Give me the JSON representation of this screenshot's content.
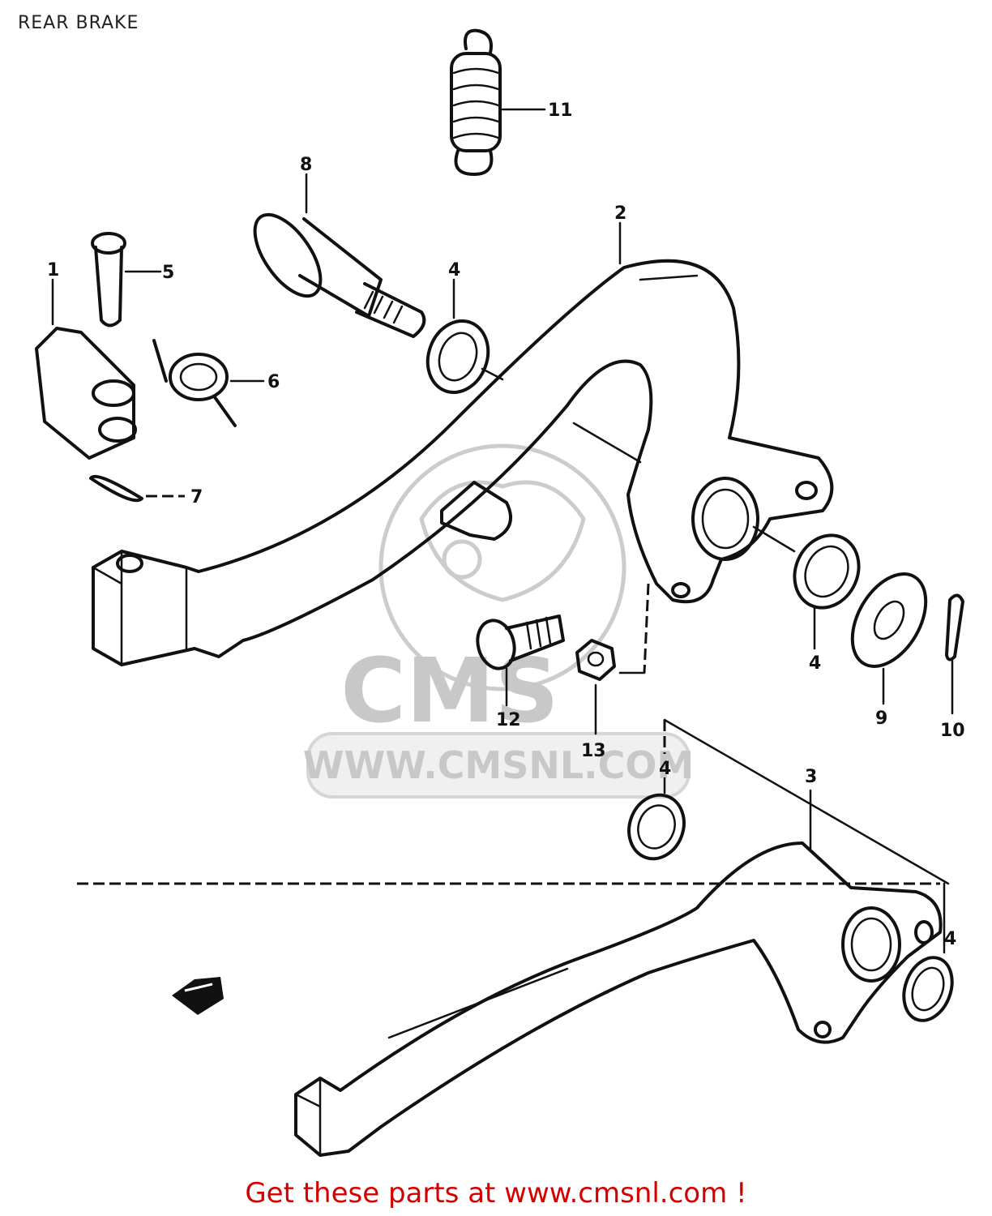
{
  "page": {
    "title": "REAR BRAKE",
    "call_to_action": "Get these parts at www.cmsnl.com !"
  },
  "watermark": {
    "brand": "CMS",
    "url": "WWW.CMSNL.COM"
  },
  "callouts": [
    {
      "id": "c1",
      "text": "1"
    },
    {
      "id": "c2",
      "text": "2"
    },
    {
      "id": "c3",
      "text": "3"
    },
    {
      "id": "c4a",
      "text": "4"
    },
    {
      "id": "c4b",
      "text": "4"
    },
    {
      "id": "c4c",
      "text": "4"
    },
    {
      "id": "c4d",
      "text": "4"
    },
    {
      "id": "c5",
      "text": "5"
    },
    {
      "id": "c6",
      "text": "6"
    },
    {
      "id": "c7",
      "text": "7"
    },
    {
      "id": "c8",
      "text": "8"
    },
    {
      "id": "c9",
      "text": "9"
    },
    {
      "id": "c10",
      "text": "10"
    },
    {
      "id": "c11",
      "text": "11"
    },
    {
      "id": "c12",
      "text": "12"
    },
    {
      "id": "c13",
      "text": "13"
    }
  ],
  "colors": {
    "line": "#111111",
    "call_to_action": "#d40000",
    "watermark": "#cccccc"
  }
}
